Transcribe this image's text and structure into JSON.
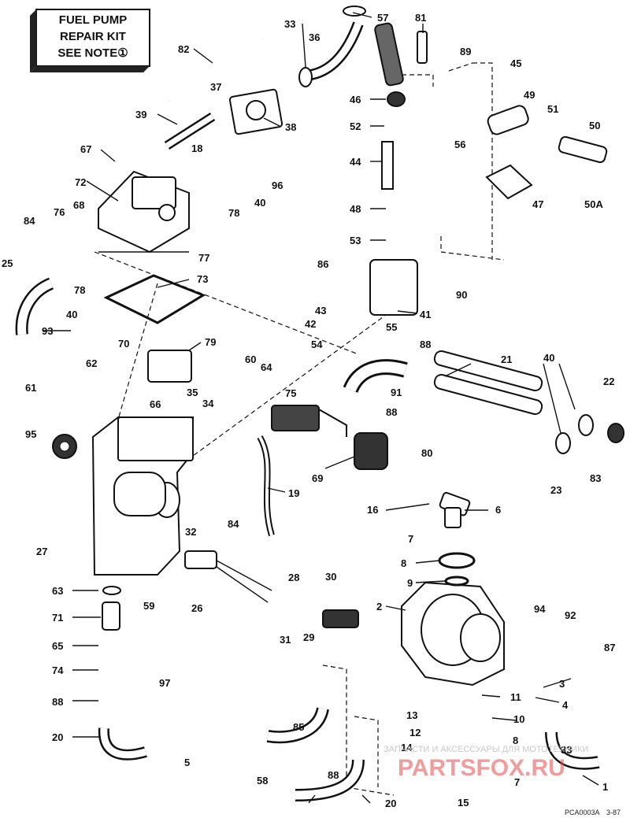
{
  "note": {
    "line1": "FUEL PUMP",
    "line2": "REPAIR KIT",
    "line3": "SEE NOTE①"
  },
  "footer": {
    "code": "PCA0003A",
    "date": "3-87"
  },
  "watermark": {
    "text": "ЗАПЧАСТИ И АКСЕССУАРЫ ДЛЯ МОТОТЕХНИКИ",
    "brand": "PARTSFOX.RU"
  },
  "callouts": [
    "33",
    "57",
    "81",
    "36",
    "82",
    "89",
    "45",
    "37",
    "46",
    "49",
    "39",
    "38",
    "52",
    "51",
    "50",
    "56",
    "18",
    "67",
    "44",
    "96",
    "72",
    "40",
    "78",
    "47",
    "50A",
    "84",
    "76",
    "68",
    "48",
    "53",
    "77",
    "86",
    "25",
    "78",
    "40",
    "73",
    "90",
    "43",
    "41",
    "42",
    "55",
    "93",
    "54",
    "70",
    "79",
    "88",
    "21",
    "40",
    "62",
    "60",
    "64",
    "61",
    "91",
    "22",
    "35",
    "75",
    "66",
    "34",
    "88",
    "95",
    "80",
    "83",
    "23",
    "69",
    "19",
    "16",
    "6",
    "27",
    "84",
    "32",
    "7",
    "8",
    "28",
    "30",
    "63",
    "9",
    "59",
    "26",
    "2",
    "94",
    "92",
    "71",
    "31",
    "29",
    "65",
    "87",
    "74",
    "97",
    "3",
    "11",
    "4",
    "13",
    "10",
    "88",
    "12",
    "85",
    "8",
    "14",
    "20",
    "5",
    "58",
    "88",
    "33",
    "7",
    "1",
    "20",
    "15"
  ]
}
